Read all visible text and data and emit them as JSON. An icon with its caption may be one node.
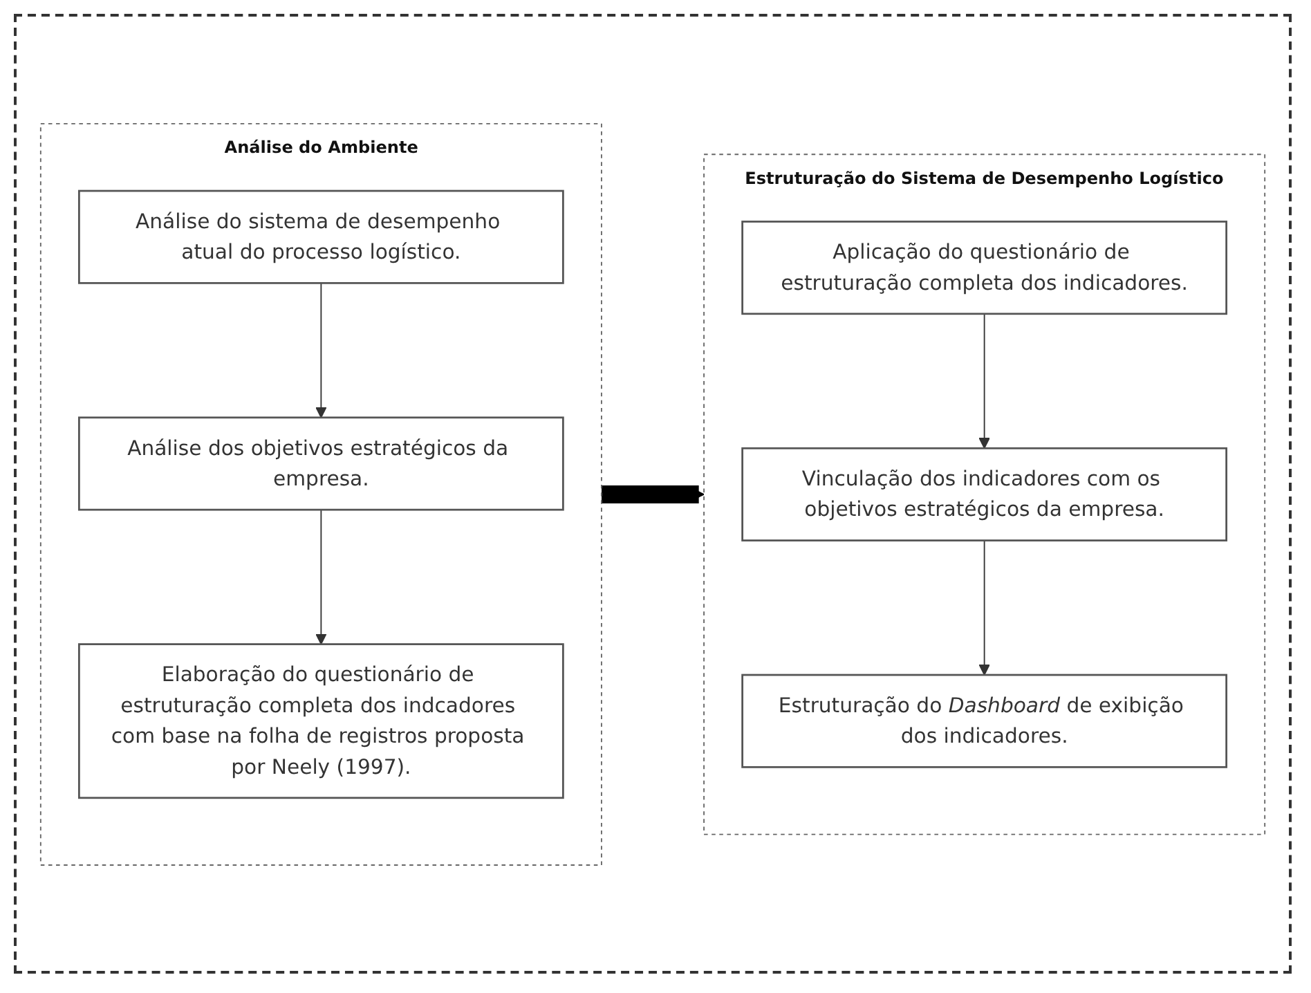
{
  "diagram": {
    "nodes": [
      {
        "text": [
          "Análise do Ambiente"
        ]
      },
      {
        "text": [
          "Análise do sistema de desempenho atual do processo logístico."
        ],
        "in": 0
      },
      {
        "text": [
          "Análise dos objetivos estratégicos da empresa."
        ],
        "in": 0
      },
      {
        "text": [
          "Elaboração do questionário de estruturação completa dos indcadores com base na folha de registros proposta por Neely (1997)."
        ],
        "in": 0
      },
      {
        "text": [
          "Estruturação do Sistema de Desempenho Logístico"
        ]
      },
      {
        "text": [
          "Aplicação do questionário de estruturação completa dos indicadores."
        ],
        "in": 4
      },
      {
        "text": [
          "Vinculação dos indicadores com os objetivos estratégicos da empresa."
        ],
        "in": 4
      },
      {
        "text": [
          "Estruturação do *Dashboard* de exibição dos indicadores."
        ],
        "in": 4
      }
    ],
    "edges": [
      {
        "from": 1,
        "to": 2,
        "arrow": "to"
      },
      {
        "from": 2,
        "to": 3,
        "arrow": "to"
      },
      {
        "from": 5,
        "to": 6,
        "arrow": "to"
      },
      {
        "from": 6,
        "to": 7,
        "arrow": "to"
      },
      {
        "from": 0,
        "to": 4,
        "arrow": "to",
        "style": "thick",
        "color": "#000000"
      }
    ]
  }
}
